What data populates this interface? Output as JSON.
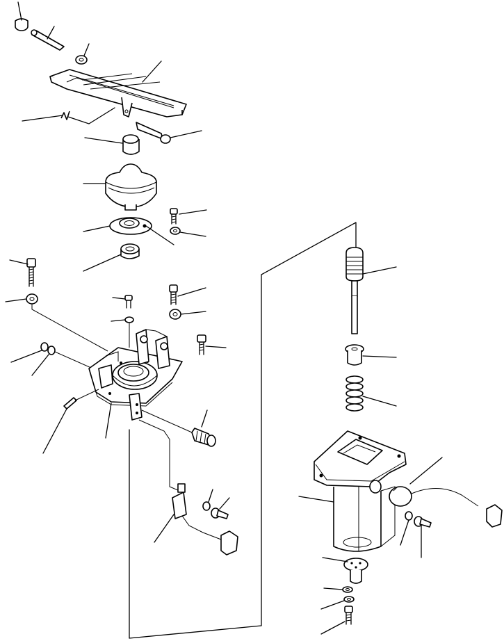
{
  "figure": {
    "kind": "exploded parts diagram",
    "assemblies": [
      "pedal-assembly",
      "lever-housing-assembly"
    ],
    "labels": []
  }
}
